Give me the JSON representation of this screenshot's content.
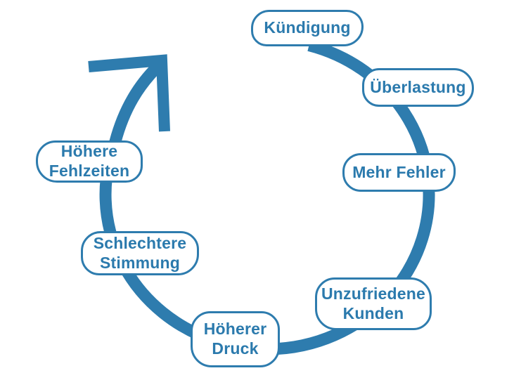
{
  "colors": {
    "background": "#ffffff",
    "accent": "#2e7cae",
    "text": "#2b7aad",
    "bubble_fill": "#ffffff"
  },
  "diagram": {
    "type": "cycle",
    "icons": [
      {
        "name": "escalation-arrow-icon",
        "meaning": "cycle escalating upward to the top right"
      }
    ],
    "nodes": [
      {
        "id": "kuendigung",
        "label": "Kündigung"
      },
      {
        "id": "ueberlastung",
        "label": "Überlastung"
      },
      {
        "id": "mehr-fehler",
        "label": "Mehr Fehler"
      },
      {
        "id": "unzufriedene-kunden",
        "label": "Unzufriedene\nKunden"
      },
      {
        "id": "hoeherer-druck",
        "label": "Höherer\nDruck"
      },
      {
        "id": "schlechtere-stimmung",
        "label": "Schlechtere\nStimmung"
      },
      {
        "id": "hoehere-fehlzeiten",
        "label": "Höhere\nFehlzeiten"
      }
    ]
  }
}
